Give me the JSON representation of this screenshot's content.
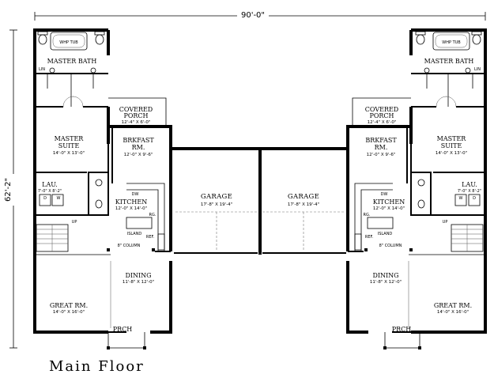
{
  "dimensions": {
    "width_label": "90'-0\"",
    "depth_label": "62'-2\""
  },
  "caption": "Main Floor",
  "rooms": {
    "master_bath": "MASTER BATH",
    "whp_tub": "WHP TUB",
    "lin": "LIN",
    "covered_porch": "COVERED",
    "covered_porch_2": "PORCH",
    "covered_porch_size": "12'-4\" X 6'-0\"",
    "master_suite": "MASTER",
    "master_suite_2": "SUITE",
    "master_suite_size": "14'-0\" X 13'-0\"",
    "brkfast": "BRKFAST",
    "brkfast_2": "RM.",
    "brkfast_size": "12'-0\" X 9'-6\"",
    "lau": "LAU.",
    "lau_size": "7'-0\" X 8'-2\"",
    "kitchen": "KITCHEN",
    "kitchen_size": "12'-0\" X 14'-0\"",
    "dw": "DW",
    "rg": "RG.",
    "ref": "REF.",
    "island": "ISLAND",
    "washer": "W",
    "dryer": "D",
    "up": "UP",
    "column": "8\" COLUMN",
    "garage": "GARAGE",
    "garage_size": "17'-8\" X 19'-4\"",
    "dining": "DINING",
    "dining_size": "11'-8\" X 12'-0\"",
    "great_rm": "GREAT RM.",
    "great_rm_size": "14'-0\" X 16'-0\"",
    "prch": "PRCH"
  }
}
